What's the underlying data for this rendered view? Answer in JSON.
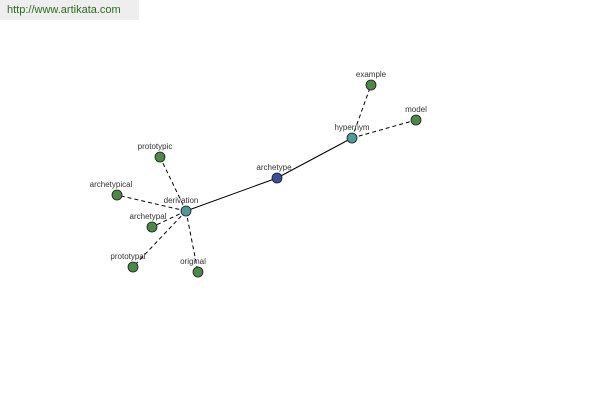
{
  "watermark": {
    "url": "http://www.artikata.com"
  },
  "colors": {
    "background": "#ffffff",
    "banner_bg": "#eeeeee",
    "banner_text": "#2e6b1f",
    "edge": "#000000",
    "node_stroke": "#1a1a1a",
    "leaf_fill": "#4a8a45",
    "hub_fill": "#4f9a96",
    "center_fill": "#3a4ea0"
  },
  "graph": {
    "nodes": [
      {
        "id": "archetype",
        "label": "archetype",
        "kind": "center"
      },
      {
        "id": "hypernym",
        "label": "hypernym",
        "kind": "hub"
      },
      {
        "id": "derivation",
        "label": "derivation",
        "kind": "hub"
      },
      {
        "id": "example",
        "label": "example",
        "kind": "leaf"
      },
      {
        "id": "model",
        "label": "model",
        "kind": "leaf"
      },
      {
        "id": "prototypic",
        "label": "prototypic",
        "kind": "leaf"
      },
      {
        "id": "archetypical",
        "label": "archetypical",
        "kind": "leaf"
      },
      {
        "id": "archetypal",
        "label": "archetypal",
        "kind": "leaf"
      },
      {
        "id": "prototypal",
        "label": "prototypal",
        "kind": "leaf"
      },
      {
        "id": "original",
        "label": "original",
        "kind": "leaf"
      }
    ],
    "edges": [
      {
        "from": "archetype",
        "to": "hypernym",
        "style": "solid"
      },
      {
        "from": "archetype",
        "to": "derivation",
        "style": "solid"
      },
      {
        "from": "hypernym",
        "to": "example",
        "style": "dashed"
      },
      {
        "from": "hypernym",
        "to": "model",
        "style": "dashed"
      },
      {
        "from": "derivation",
        "to": "prototypic",
        "style": "dashed"
      },
      {
        "from": "derivation",
        "to": "archetypical",
        "style": "dashed"
      },
      {
        "from": "derivation",
        "to": "archetypal",
        "style": "dashed"
      },
      {
        "from": "derivation",
        "to": "prototypal",
        "style": "dashed"
      },
      {
        "from": "derivation",
        "to": "original",
        "style": "dashed"
      }
    ]
  }
}
